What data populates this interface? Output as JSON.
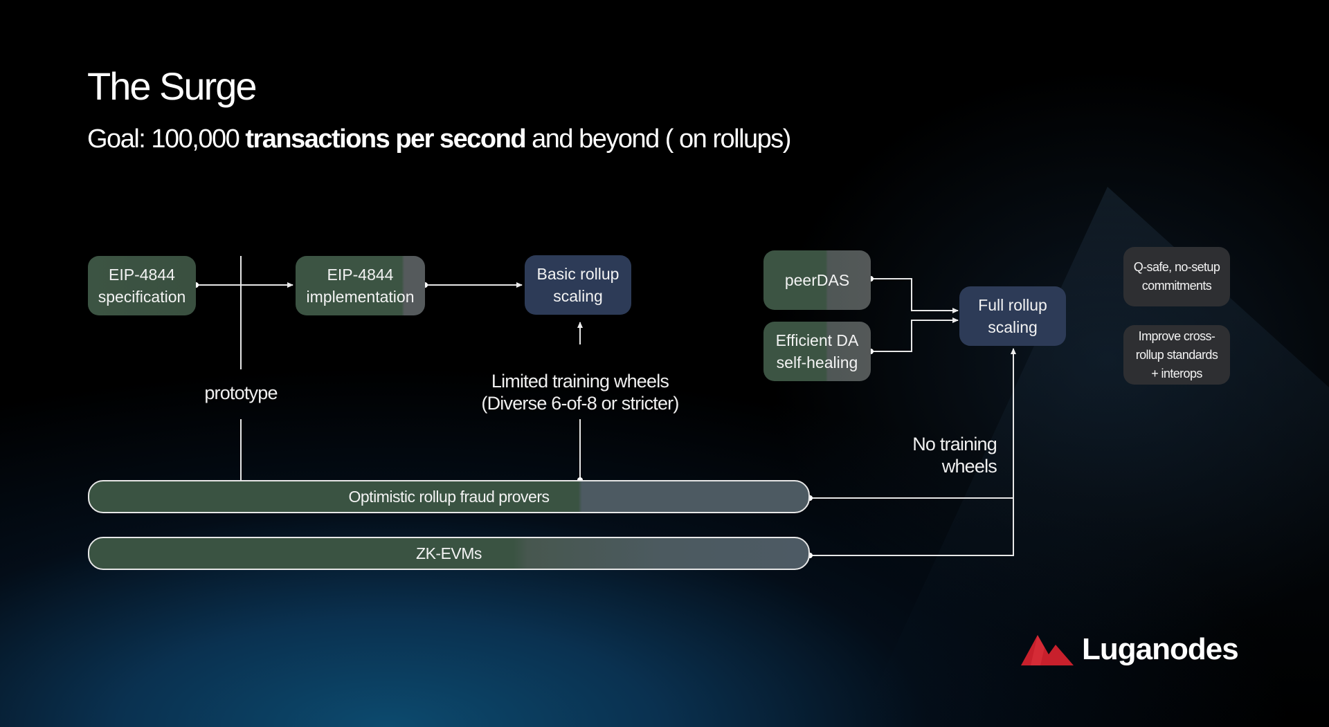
{
  "slide": {
    "title": "The Surge",
    "subtitle_prefix": "Goal: 100,000 ",
    "subtitle_bold": "transactions per second",
    "subtitle_suffix": " and beyond ( on rollups)"
  },
  "nodes": {
    "eip4844_spec": {
      "line1": "EIP-4844",
      "line2": "specification"
    },
    "eip4844_impl": {
      "line1": "EIP-4844",
      "line2": "implementation"
    },
    "basic_rollup": {
      "line1": "Basic rollup",
      "line2": "scaling"
    },
    "peerdas": {
      "line1": "peerDAS"
    },
    "efficient_da": {
      "line1": "Efficient DA",
      "line2": "self-healing"
    },
    "full_rollup": {
      "line1": "Full rollup",
      "line2": "scaling"
    },
    "q_safe": {
      "line1": "Q-safe, no-setup",
      "line2": "commitments"
    },
    "cross_rollup": {
      "line1": "Improve cross-",
      "line2": "rollup standards",
      "line3": "+ interops"
    }
  },
  "bars": {
    "optimistic": "Optimistic rollup fraud provers",
    "zkevm": "ZK-EVMs"
  },
  "labels": {
    "prototype": "prototype",
    "limited_line1": "Limited training wheels",
    "limited_line2": "(Diverse 6-of-8 or stricter)",
    "no_training_line1": "No training",
    "no_training_line2": "wheels"
  },
  "brand": {
    "name": "Luganodes",
    "logo_icon": "mountain-logo-icon",
    "logo_color": "#c8202c"
  },
  "colors": {
    "green_box": "#3c5443",
    "navy_box": "#2d3b57",
    "gray_box": "#2e2f32",
    "line": "#e8e8e8"
  }
}
